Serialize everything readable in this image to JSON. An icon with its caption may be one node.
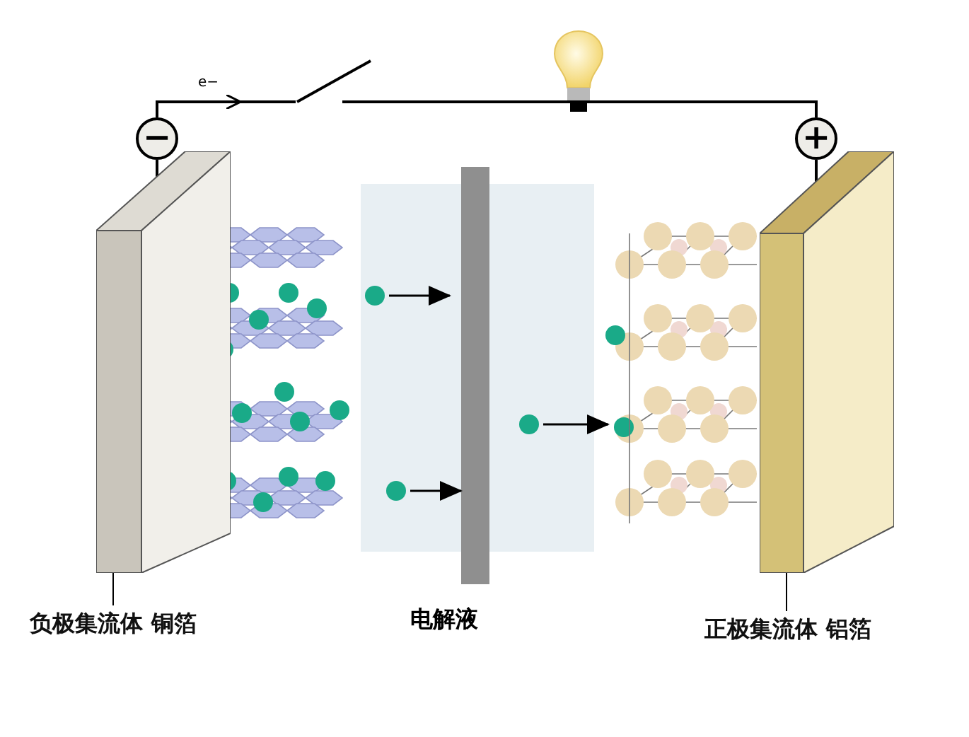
{
  "diagram": {
    "nodes": [
      {
        "text": [
          "−"
        ]
      },
      {
        "text": [
          "+"
        ]
      },
      {
        "text": [],
        "shape": "box"
      },
      {
        "text": [],
        "shape": "box"
      },
      {
        "text": [
          "负极集流体 铜箔"
        ]
      },
      {
        "text": [
          "正极集流体 铝箔"
        ]
      },
      {
        "text": [],
        "shape": "switch"
      }
    ],
    "edges": [
      {
        "from": 0,
        "to": 6,
        "arrow": "none"
      },
      {
        "from": 6,
        "to": 1,
        "arrow": "none"
      },
      {
        "from": 0,
        "to": 2,
        "arrow": "none"
      },
      {
        "from": 1,
        "to": 3,
        "arrow": "none"
      },
      {
        "from": 4,
        "to": 2,
        "arrow": "none"
      },
      {
        "from": 5,
        "to": 3,
        "arrow": "none"
      }
    ],
    "labels": [
      "e−",
      "电解液"
    ]
  }
}
